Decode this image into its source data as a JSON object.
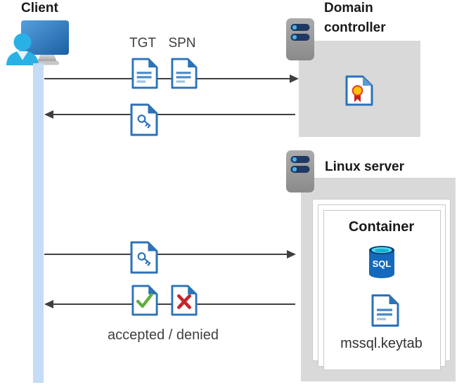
{
  "diagram": {
    "client": {
      "label": "Client"
    },
    "domain_controller": {
      "label": "Domain controller"
    },
    "linux_server": {
      "label": "Linux server"
    },
    "container": {
      "title": "Container",
      "sql_badge": "SQL",
      "keytab_label": "mssql.keytab"
    },
    "flow_labels": {
      "tgt": "TGT",
      "spn": "SPN",
      "accepted_denied": "accepted / denied"
    },
    "icons": {
      "client": "user-at-monitor-icon",
      "domain_controller": "server-icon",
      "linux_server": "server-icon",
      "certificate": "certificate-icon",
      "sql": "sql-database-icon",
      "tgt_spn": "document-icon",
      "session_key": "key-document-icon",
      "accepted": "check-document-icon",
      "denied": "cross-document-icon",
      "keytab": "document-icon"
    },
    "colors": {
      "doc_border_blue": "#2b72b9",
      "doc_line_blue": "#4e8bcb",
      "doc_line_light": "#9dc3e6",
      "lifeline_blue": "#c4dcf5",
      "node_box_gray": "#d9d9d9",
      "arrow_gray": "#3f3f3f",
      "server_navy": "#1f3864",
      "server_dot_blue": "#41b6e8",
      "check_green": "#5faf3c",
      "cross_red": "#c0272d",
      "cert_yellow": "#ffc107",
      "cert_ribbon_red": "#c5221f",
      "sql_blue": "#1468be",
      "sql_top_cyan": "#4fd9f2",
      "monitor_blue": "#2e75b6",
      "person_cyan": "#29b1e6"
    }
  }
}
